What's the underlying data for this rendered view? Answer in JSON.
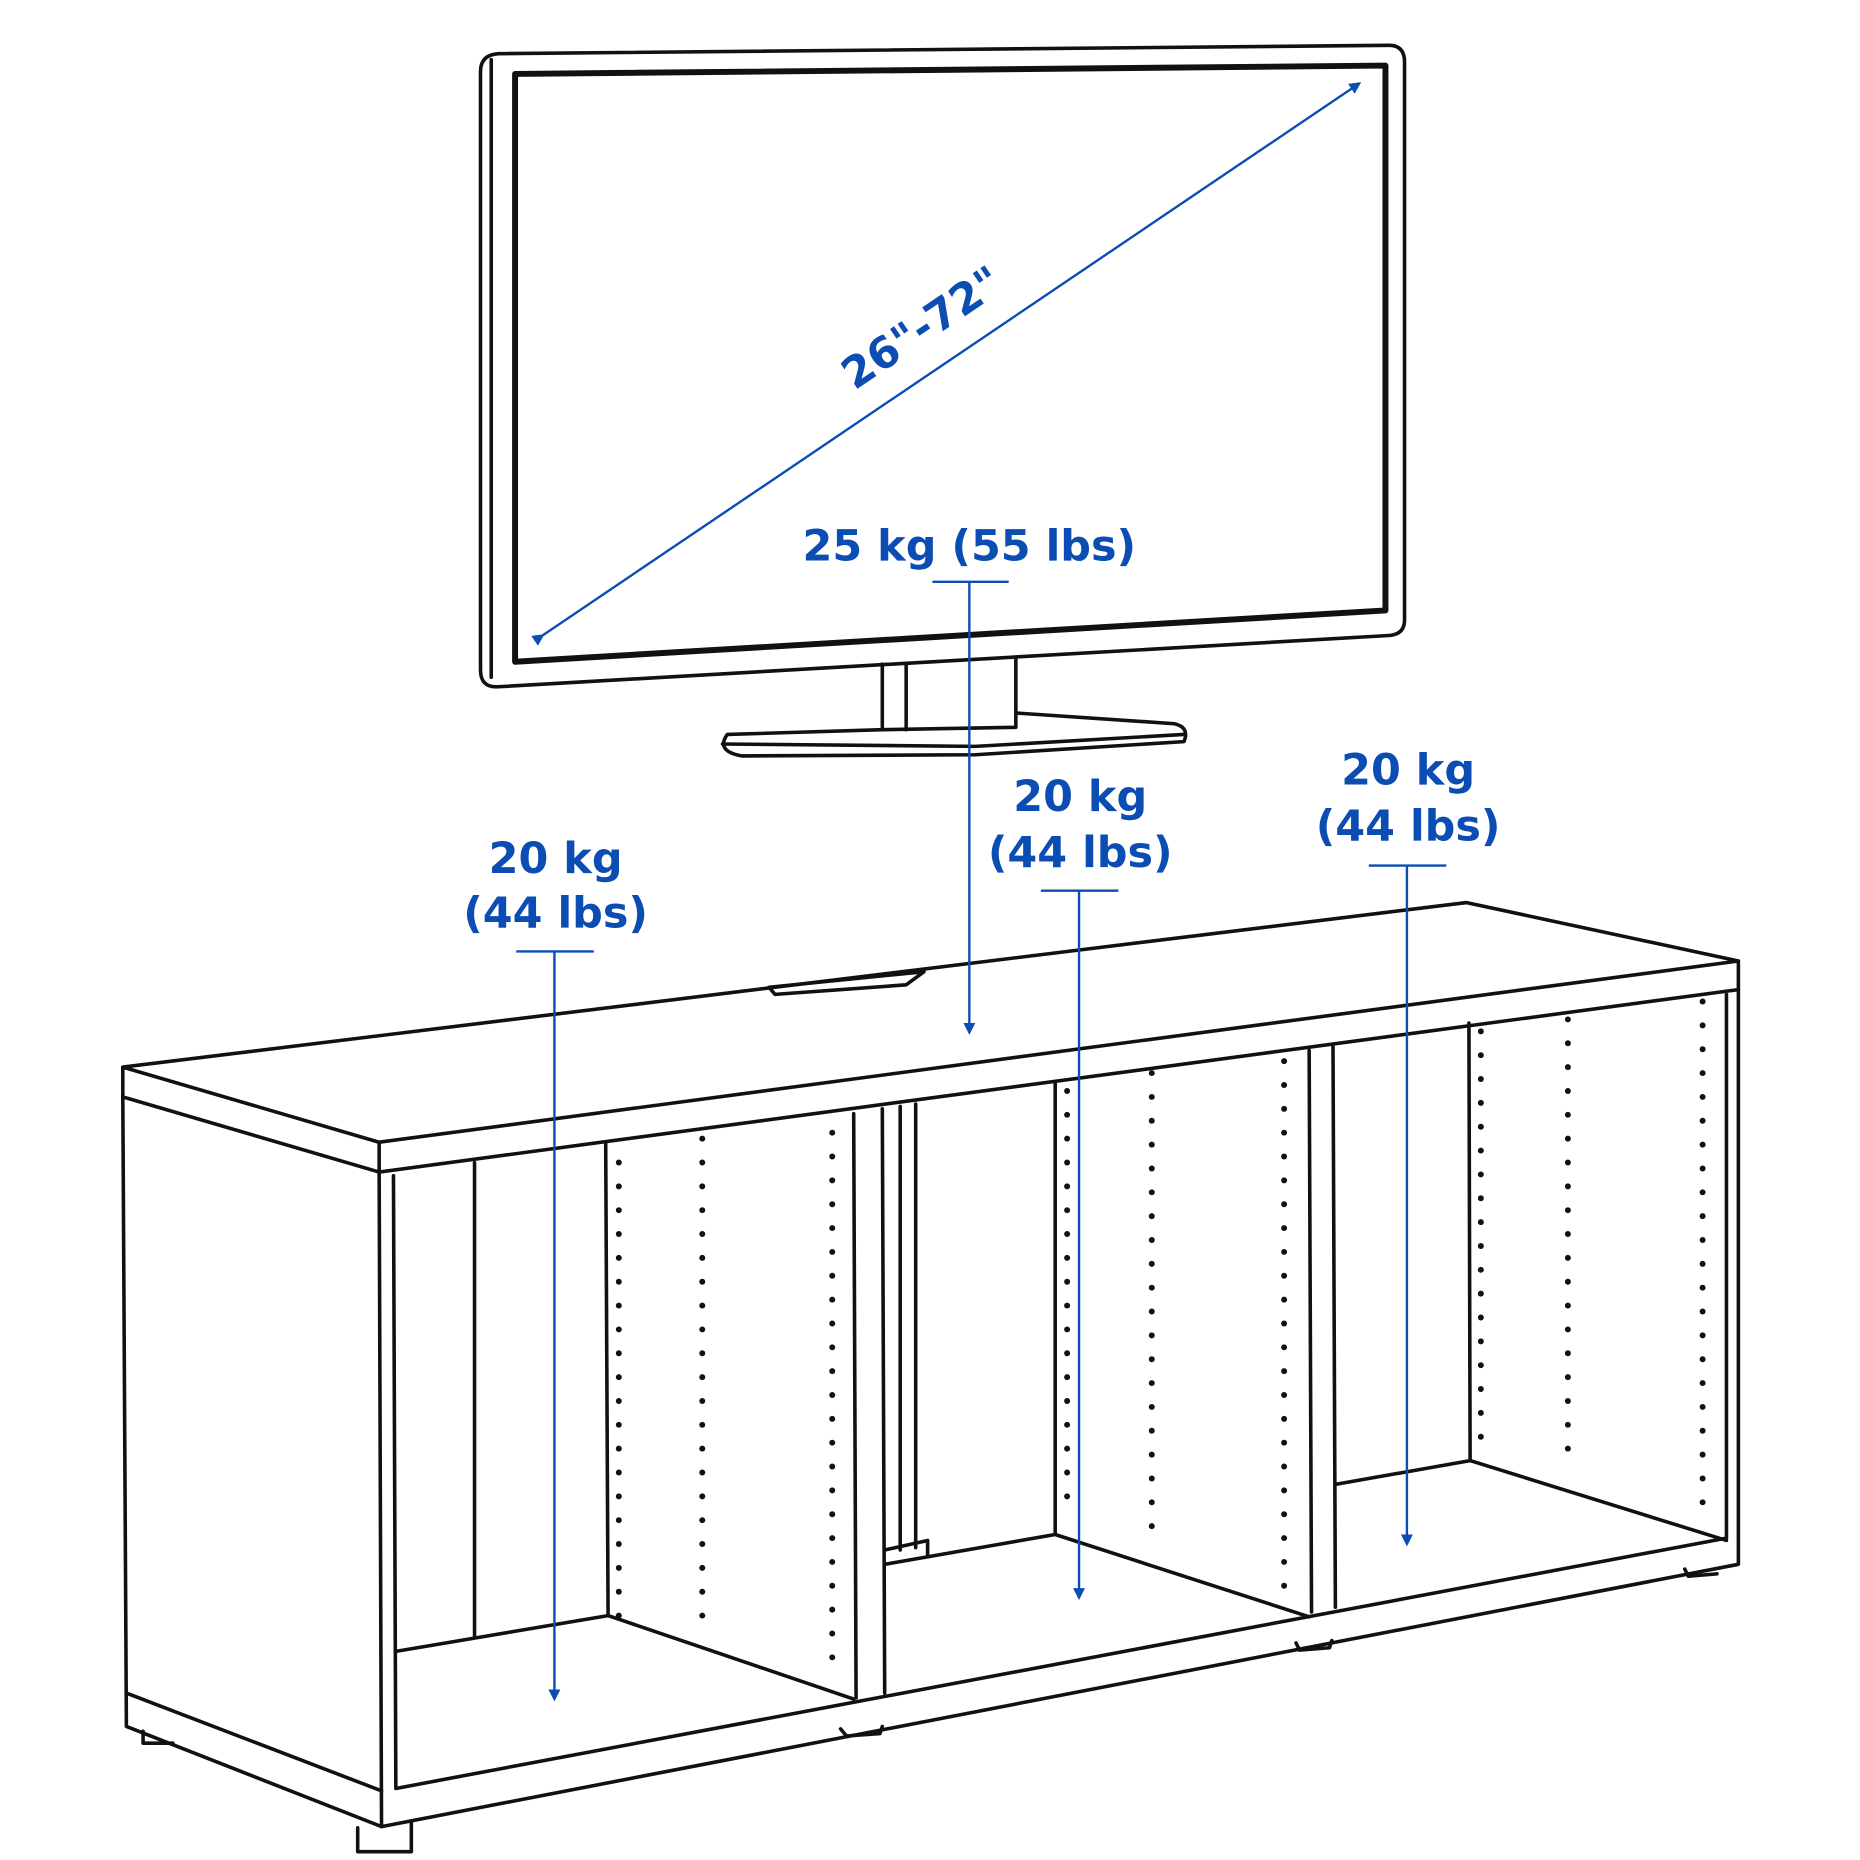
{
  "diagram": {
    "screen_size": "26\"-72\"",
    "tv_load": "25 kg (55 lbs)",
    "compartments": [
      {
        "line1": "20 kg",
        "line2": "(44 lbs)"
      },
      {
        "line1": "20 kg",
        "line2": "(44 lbs)"
      },
      {
        "line1": "20 kg",
        "line2": "(44 lbs)"
      }
    ],
    "accent_color": "#0b4db3"
  }
}
